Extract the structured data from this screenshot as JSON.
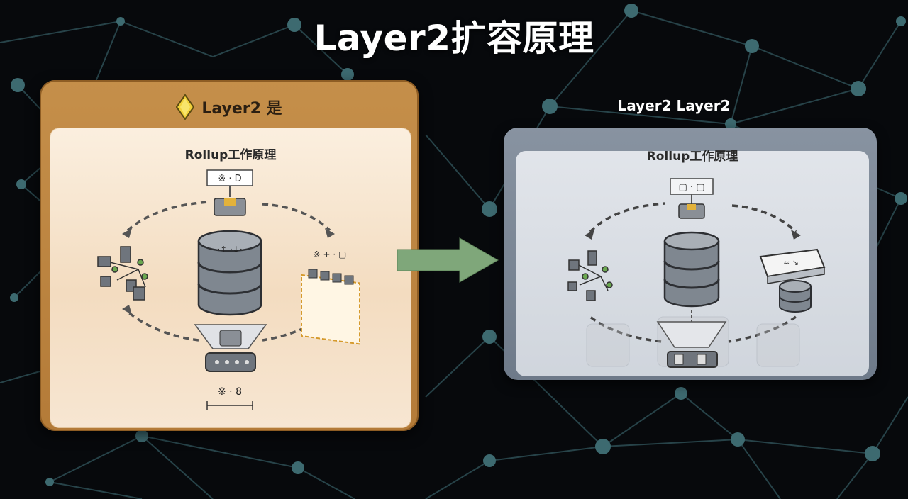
{
  "title": "Layer2扩容原理",
  "left_panel": {
    "header": "Layer2 是",
    "subtitle": "Rollup工作原理",
    "icon_label_top": "※ · D",
    "icon_label_right": "※ + · ▢",
    "icon_label_bottom": "※ · 8",
    "icon_label_db": "·↑ ·↓·",
    "accent_color": "#c58f4a"
  },
  "right_panel": {
    "header": "Layer2 Layer2",
    "subtitle": "Rollup工作原理",
    "icon_label_top": "▢ · ▢",
    "icon_label_block": "≈ ↘",
    "accent_color": "#7f8a98"
  },
  "arrow_color": "#7fa77a"
}
